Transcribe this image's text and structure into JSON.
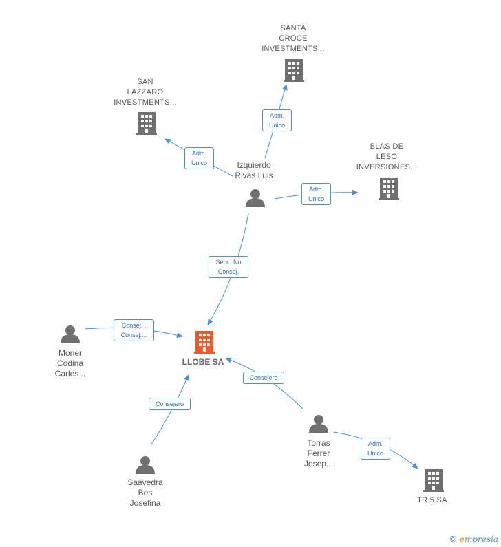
{
  "nodes": {
    "santa_croce": {
      "lines": [
        "SANTA",
        "CROCE",
        "INVESTMENTS..."
      ]
    },
    "san_lazzaro": {
      "lines": [
        "SAN",
        "LAZZARO",
        "INVESTMENTS..."
      ]
    },
    "blas_de_leso": {
      "lines": [
        "BLAS DE",
        "LESO",
        "INVERSIONES..."
      ]
    },
    "izquierdo": {
      "lines": [
        "Izquierdo",
        "Rivas Luis"
      ]
    },
    "llobe": {
      "lines": [
        "LLOBE SA"
      ]
    },
    "moner": {
      "lines": [
        "Moner",
        "Codina",
        "Carles..."
      ]
    },
    "torras": {
      "lines": [
        "Torras",
        "Ferrer",
        "Josep..."
      ]
    },
    "saavedra": {
      "lines": [
        "Saavedra",
        "Bes",
        "Josefina"
      ]
    },
    "tr5": {
      "lines": [
        "TR 5 SA"
      ]
    }
  },
  "edges": {
    "izq_santa": {
      "lines": [
        "Adm.",
        "Unico"
      ]
    },
    "izq_lazzaro": {
      "lines": [
        "Adm.",
        "Unico"
      ]
    },
    "izq_blas": {
      "lines": [
        "Adm.",
        "Unico"
      ]
    },
    "izq_llobe": {
      "lines": [
        "Secr.  No",
        "Consej."
      ]
    },
    "moner_llobe": {
      "lines": [
        "Consej. ,",
        "Consej...."
      ]
    },
    "torras_llobe": {
      "lines": [
        "Consejero"
      ]
    },
    "saavedra_llobe": {
      "lines": [
        "Consejero"
      ]
    },
    "torras_tr5": {
      "lines": [
        "Adm.",
        "Unico"
      ]
    }
  },
  "brand": {
    "copyright": "©",
    "e": "e",
    "rest": "mpresia"
  },
  "colors": {
    "edge": "#4a90d9",
    "company": "#707070",
    "center": "#f05a28",
    "person": "#707070"
  }
}
